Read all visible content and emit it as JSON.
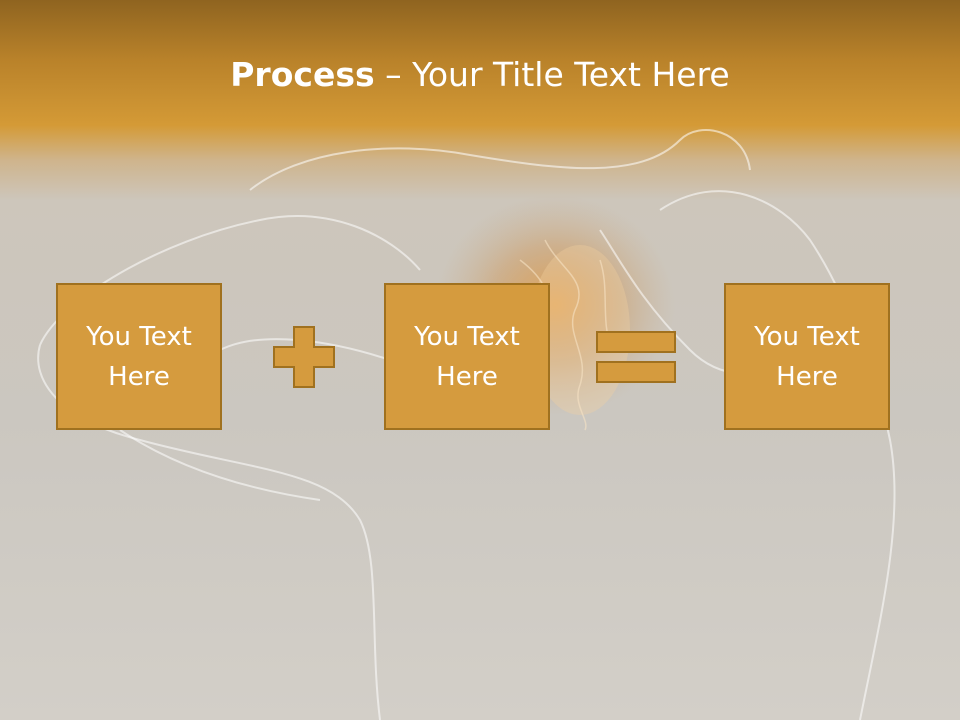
{
  "title": {
    "bold": "Process",
    "rest": " – Your Title Text Here"
  },
  "boxes": [
    {
      "text": "You Text Here"
    },
    {
      "text": "You Text Here"
    },
    {
      "text": "You Text Here"
    }
  ],
  "operators": {
    "plus": "plus-icon",
    "equals": "equals-icon"
  },
  "colors": {
    "header": "#c98f33",
    "box_fill": "#d59b3e",
    "box_border": "#a0711f",
    "background": "#cbc7c0"
  }
}
